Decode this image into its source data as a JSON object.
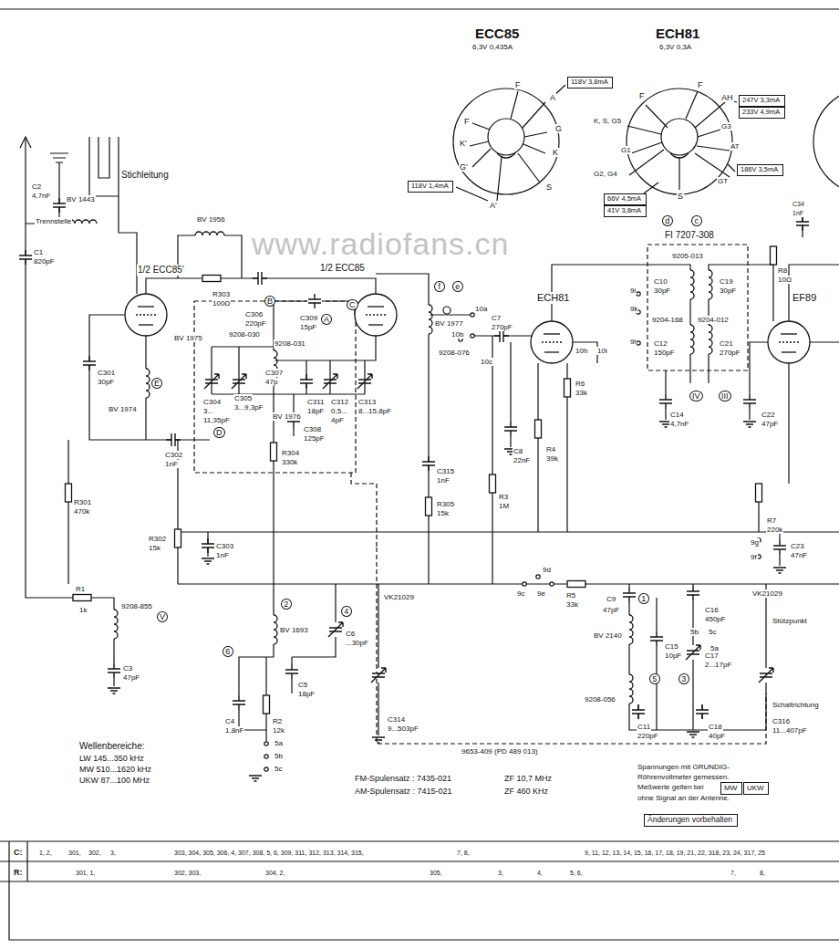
{
  "diagram": {
    "nodes": [
      {
        "text": [
          "118V 3,8mA"
        ]
      },
      {
        "text": [
          "118V 1,4mA"
        ]
      },
      {
        "text": [
          "247V 3,3mA"
        ]
      },
      {
        "text": [
          "233V 4,9mA"
        ]
      },
      {
        "text": [
          "186V 3,5mA"
        ]
      },
      {
        "text": [
          "66V 4,5mA"
        ]
      },
      {
        "text": [
          "41V 3,8mA"
        ]
      },
      {
        "text": [
          "MW"
        ]
      },
      {
        "text": [
          "UKW"
        ]
      },
      {
        "text": [
          "Änderungen vorbehalten"
        ]
      }
    ],
    "labels": [
      "ECC85",
      "6,3V 0,435A",
      "F",
      "F",
      "A",
      "K'",
      "G",
      "K",
      "G'",
      "S",
      "A'",
      "ECH81",
      "6,3V 0,3A",
      "F",
      "F",
      "K, S, G5",
      "G3",
      "G1",
      "AT",
      "G2, G4",
      "GT",
      "S",
      "AH",
      "C34",
      "1nF",
      "Stichleitung",
      "C2",
      "4,7nF",
      "BV 1443",
      "Trennstelle",
      "C1",
      "820pF",
      "1/2 ECC85'",
      "BV 1956",
      "R303",
      "100Ω",
      "C306",
      "220pF",
      "BV 1975",
      "C301",
      "30pF",
      "BV 1974",
      "C302",
      "1nF",
      "R301",
      "470k",
      "R302",
      "15k",
      "C303",
      "1nF",
      "9208-030",
      "C309",
      "15pF",
      "1/2 ECC85",
      "9208-031",
      "C307",
      "47p",
      "C304",
      "3...",
      "11,35pF",
      "C305",
      "3...9,3pF",
      "BV 1976",
      "C311",
      "18pF",
      "C312",
      "0,5...",
      "4pF",
      "C313",
      "8...15,8pF",
      "C308",
      "125pF",
      "R304",
      "330k",
      "BV 1977",
      "9208-076",
      "10a",
      "10b",
      "10c",
      "C315",
      "1nF",
      "R305",
      "15k",
      "ECH81",
      "C7",
      "270pF",
      "10h",
      "10i",
      "R6",
      "33k",
      "C8",
      "22nF",
      "R4",
      "39k",
      "R3",
      "1M",
      "FI 7207-308",
      "9205-013",
      "C10",
      "30pF",
      "C19",
      "30pF",
      "9204-168",
      "9204-012",
      "C12",
      "150pF",
      "C21",
      "270pF",
      "9i",
      "9k",
      "9l",
      "C14",
      "4,7nF",
      "C22",
      "47pF",
      "R8",
      "10Ω",
      "EF89",
      "R7",
      "220k",
      "9g",
      "9f",
      "C23",
      "47nF",
      "9d",
      "9c",
      "9e",
      "R5",
      "33k",
      "C9",
      "47pF",
      "C16",
      "450pF",
      "5b",
      "5c",
      "5a",
      "C15",
      "10pF",
      "C17",
      "2...17pF",
      "BV 2140",
      "9208-056",
      "C11",
      "220pF",
      "C18",
      "40pF",
      "VK21029",
      "C316",
      "11...407pF",
      "Stützpunkt",
      "Schaltrichtung",
      "R1",
      "1k",
      "9208-855",
      "C3",
      "47pF",
      "BV 1693",
      "C6",
      "...30pF",
      "C5",
      "18pF",
      "C4",
      "1,8nF",
      "R2",
      "12k",
      "5a",
      "5b",
      "5c",
      "VK21029",
      "C314",
      "9...503pF",
      "9653-409 (PD 489 013)",
      "Wellenbereiche:",
      "LW 145...350 kHz",
      "MW 510...1620 kHz",
      "UKW 87...100 MHz",
      "FM-Spulensatz : 7435-021",
      "ZF 10,7 MHz",
      "AM-Spulensatz : 7415-021",
      "ZF 460 KHz",
      "Spannungen mit GRUNDIG-",
      "Röhrenvoltmeter gemessen.",
      "Meßwerte gelten bei",
      "ohne Signal an der Antenne.",
      "C:",
      "1, 2,",
      "301,",
      "302,",
      "3,",
      "303, 304, 305, 306, 4, 307, 308, 5, 6, 309, 311, 312, 313, 314, 315,",
      "7, 8,",
      "9, 11, 12, 13, 14, 15, 16, 17, 18, 19, 21, 22, 318, 23, 24, 317, 25",
      "R:",
      "301, 1,",
      "302, 303,",
      "304, 2,",
      "305,",
      "3,",
      "4,",
      "5, 6,",
      "7,",
      "8,",
      "www.radiofans.cn",
      "B",
      "A",
      "C",
      "D",
      "E",
      "f",
      "e",
      "d",
      "c",
      "IV",
      "III",
      "V",
      "2",
      "4",
      "6",
      "1",
      "3",
      "5"
    ]
  }
}
